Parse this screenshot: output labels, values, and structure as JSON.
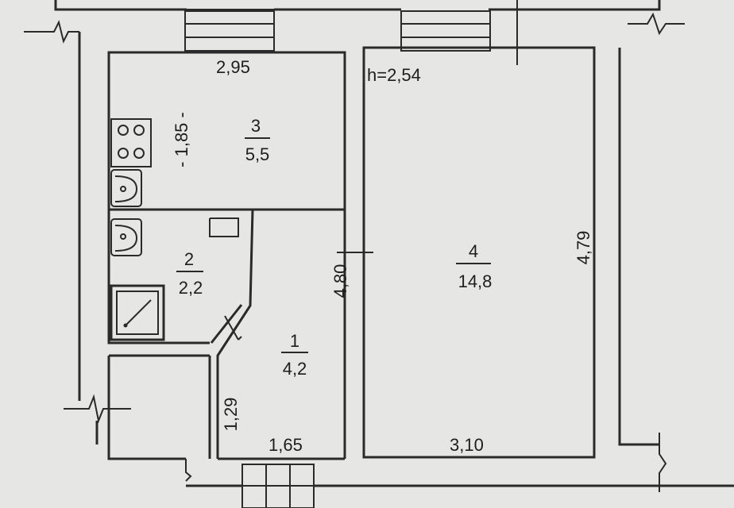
{
  "ceiling_height": "h=2,54",
  "rooms": [
    {
      "number": "1",
      "area": "4,2"
    },
    {
      "number": "2",
      "area": "2,2"
    },
    {
      "number": "3",
      "area": "5,5"
    },
    {
      "number": "4",
      "area": "14,8"
    }
  ],
  "dimensions": {
    "kitchen_width": "2,95",
    "kitchen_depth": "- 1,85 -",
    "hall_height": "4,80",
    "hall_small": "1,29",
    "hall_width": "1,65",
    "room_width": "3,10",
    "room_height": "4,79"
  }
}
